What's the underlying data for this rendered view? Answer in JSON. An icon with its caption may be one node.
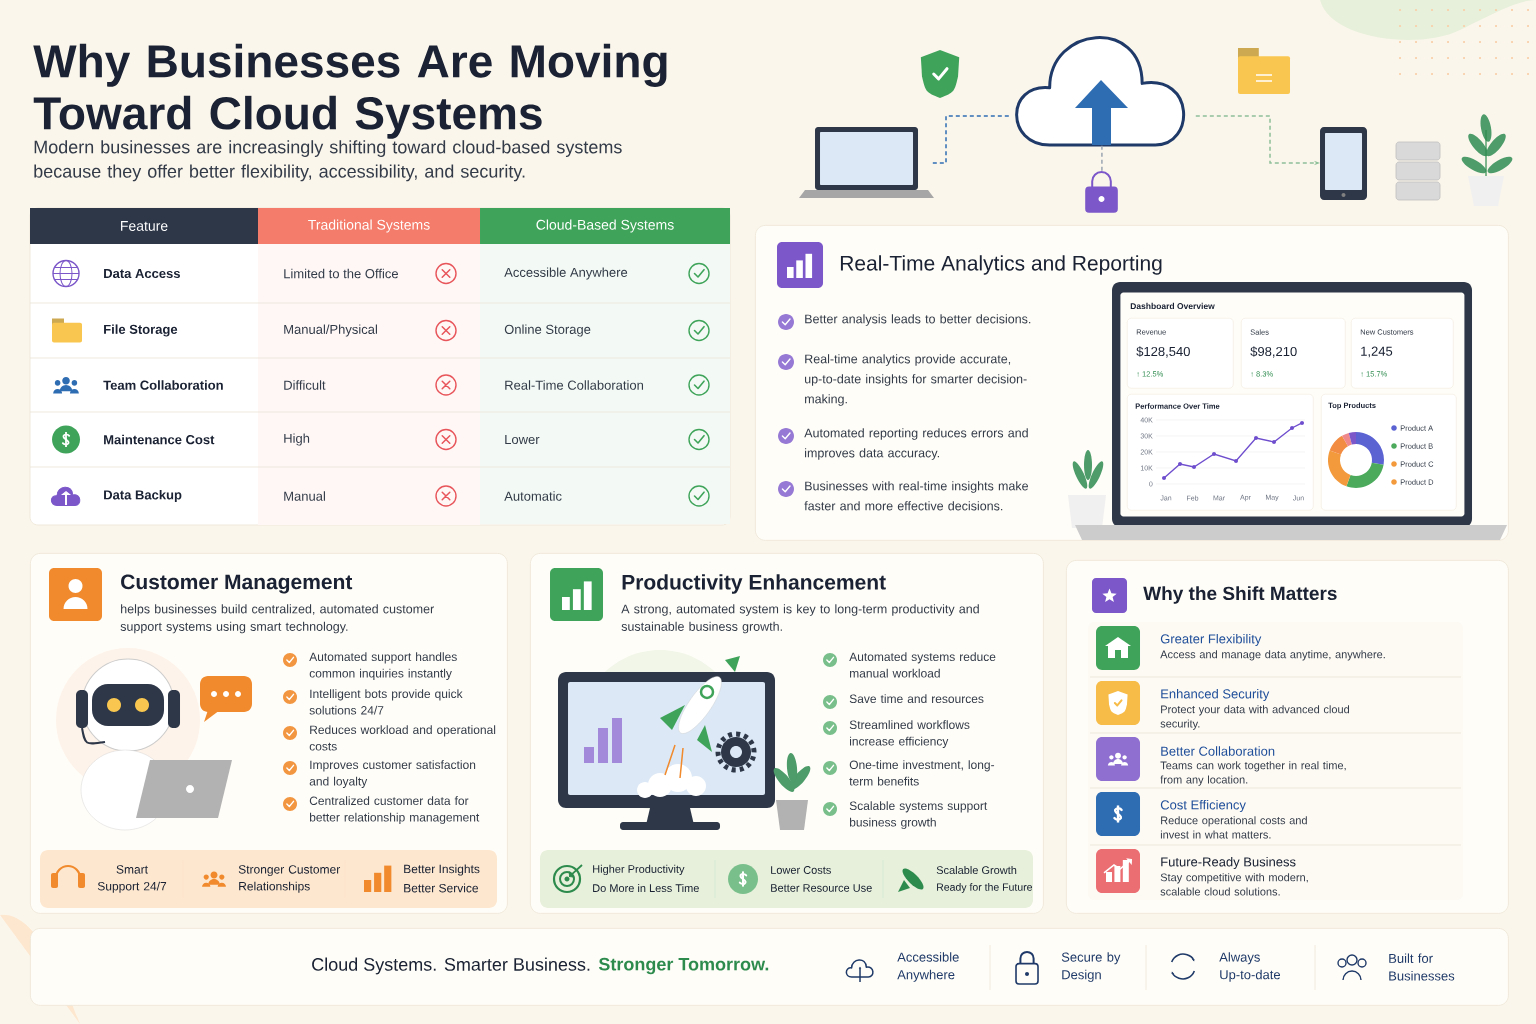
{
  "diagram": {
    "title": "Why Businesses Are Moving Toward Cloud Systems",
    "nodes": [
      {
        "text": [],
        "shape": "picture"
      },
      {
        "text": [],
        "shape": "cloud"
      },
      {
        "text": [],
        "shape": "picture"
      },
      {
        "text": [],
        "shape": "picture"
      },
      {
        "text": [
          "Real-Time Analytics and Reporting",
          "Better analysis leads to better decisions.",
          "Real-time analytics provide accurate, up-to-date insights for smarter decision-making.",
          "Automated reporting reduces errors and improves data accuracy.",
          "Businesses with real-time insights make faster and more effective decisions."
        ]
      },
      {
        "text": [
          "Dashboard Overview"
        ],
        "in": 4
      },
      {
        "text": [
          "Revenue",
          "$128,540",
          "↑ 12.5%"
        ],
        "in": 5
      },
      {
        "text": [
          "Sales",
          "$98,210",
          "↑ 8.3%"
        ],
        "in": 5
      },
      {
        "text": [
          "New Customers",
          "1,245",
          "↑ 15.7%"
        ],
        "in": 5
      },
      {
        "text": [
          "Performance Over Time"
        ],
        "in": 5
      },
      {
        "text": [
          "Top Products"
        ],
        "in": 5
      },
      {
        "text": [
          "Customer Management",
          "helps businesses build centralized, automated customer support systems using smart technology.",
          "Automated support handles common inquiries instantly",
          "Intelligent bots provide quick solutions 24/7",
          "Reduces workload and operational costs",
          "Improves customer satisfaction and loyalty",
          "Centralized customer data for better relationship management"
        ]
      },
      {
        "text": [
          "Smart Support 24/7"
        ],
        "in": 11
      },
      {
        "text": [
          "Stronger Customer Relationships"
        ],
        "in": 11
      },
      {
        "text": [
          "Better Insights",
          "Better Service"
        ],
        "in": 11
      },
      {
        "text": [
          "Productivity Enhancement",
          "A strong, automated system is key to long-term productivity and sustainable business growth.",
          "Automated systems reduce manual workload",
          "Save time and resources",
          "Streamlined workflows increase efficiency",
          "One-time investment, long-term benefits",
          "Scalable systems support business growth"
        ]
      },
      {
        "text": [
          "Higher Productivity",
          "Do More in Less Time"
        ],
        "in": 15
      },
      {
        "text": [
          "Lower Costs",
          "Better Resource Use"
        ],
        "in": 15
      },
      {
        "text": [
          "Scalable Growth",
          "Ready for the Future"
        ],
        "in": 15
      },
      {
        "text": [
          "Why the Shift Matters"
        ]
      },
      {
        "text": [
          "Greater Flexibility",
          "Access and manage data anytime, anywhere."
        ],
        "in": 19
      },
      {
        "text": [
          "Enhanced Security",
          "Protect your data with advanced cloud security."
        ],
        "in": 19
      },
      {
        "text": [
          "Better Collaboration",
          "Teams can work together in real time, from any location."
        ],
        "in": 19
      },
      {
        "text": [
          "Cost Efficiency",
          "Reduce operational costs and invest in what matters."
        ],
        "in": 19
      },
      {
        "text": [
          "Future-Ready Business",
          "Stay competitive with modern, scalable cloud solutions."
        ],
        "in": 19
      },
      {
        "text": [
          "Cloud Systems. Smarter Business.",
          "Stronger Tomorrow."
        ]
      },
      {
        "text": [
          "Accessible Anywhere"
        ],
        "in": 25
      },
      {
        "text": [
          "Secure by Design"
        ],
        "in": 25
      },
      {
        "text": [
          "Always Up-to-date"
        ],
        "in": 25
      },
      {
        "text": [
          "Built for Businesses"
        ],
        "in": 25
      }
    ],
    "edges": [
      {
        "from": 0,
        "to": 1,
        "arrow": "none",
        "style": "dashed",
        "color": "#2f6db3"
      },
      {
        "from": 1,
        "to": 3,
        "arrow": "to",
        "style": "dashed",
        "color": "#8dbf98"
      },
      {
        "from": 1,
        "to": 2,
        "arrow": "none",
        "style": "dashed",
        "color": "#9aa5b1"
      }
    ],
    "labels": [
      "Modern businesses are increasingly shifting toward cloud-based systems because they offer better flexibility, accessibility, and security.",
      "Feature",
      "Traditional Systems",
      "Cloud-Based Systems",
      "Data Access",
      "Limited to the Office",
      "Accessible Anywhere",
      "File Storage",
      "Manual/Physical",
      "Online Storage",
      "Team Collaboration",
      "Difficult",
      "Real-Time Collaboration",
      "Maintenance Cost",
      "High",
      "Lower",
      "Data Backup",
      "Manual",
      "Automatic",
      "40K",
      "30K",
      "20K",
      "10K",
      "0",
      "Jan",
      "Feb",
      "Mar",
      "Apr",
      "May",
      "Jun"
    ],
    "legend": [
      {
        "text": "Product A",
        "color": "#5b63d3"
      },
      {
        "text": "Product B",
        "color": "#4caa5c"
      },
      {
        "text": "Product C",
        "color": "#f39a3c"
      },
      {
        "text": "Product D",
        "color": "#f39a3c"
      }
    ]
  }
}
